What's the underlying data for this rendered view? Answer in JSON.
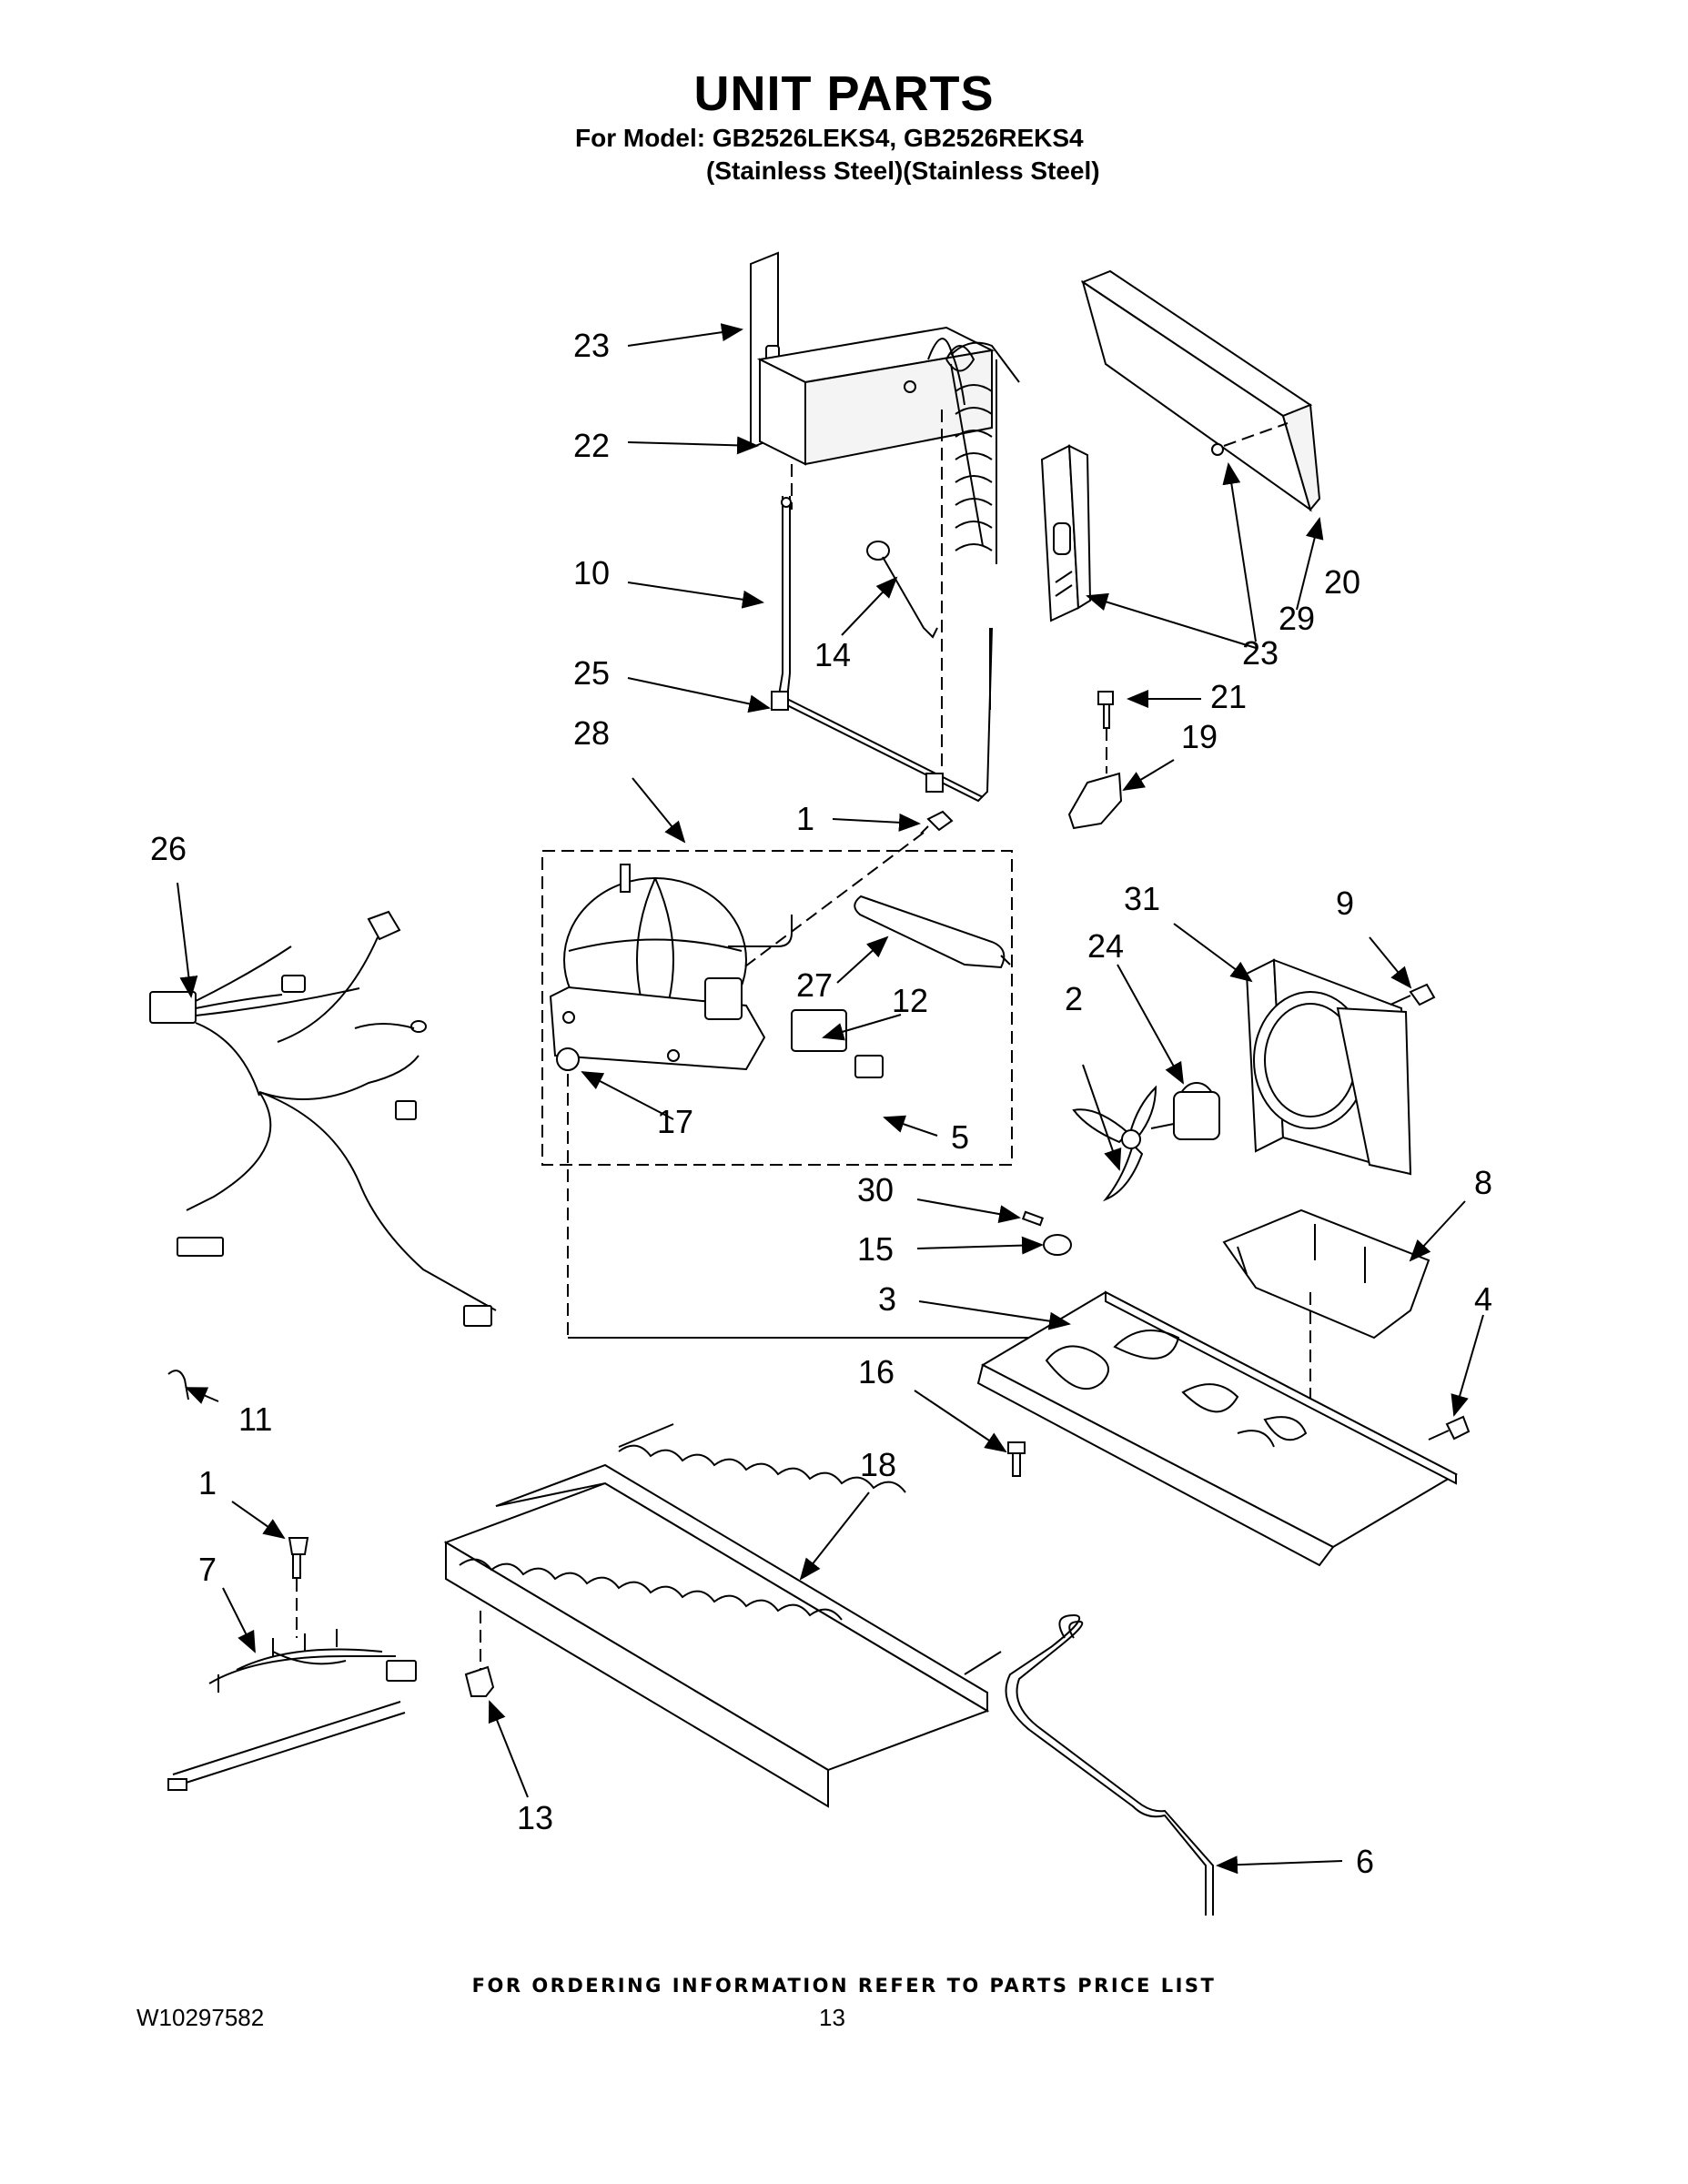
{
  "header": {
    "title": "UNIT PARTS",
    "model_line1": "For Model: GB2526LEKS4, GB2526REKS4",
    "model_line2": "(Stainless Steel)(Stainless Steel)"
  },
  "footer": {
    "ordering_note": "FOR ORDERING INFORMATION REFER TO PARTS PRICE LIST",
    "doc_id": "W10297582",
    "page_number": "13"
  },
  "callouts": [
    "1",
    "2",
    "3",
    "4",
    "5",
    "6",
    "7",
    "8",
    "9",
    "10",
    "11",
    "12",
    "13",
    "14",
    "15",
    "16",
    "17",
    "18",
    "19",
    "20",
    "21",
    "22",
    "23",
    "24",
    "25",
    "26",
    "27",
    "28",
    "29",
    "30",
    "31"
  ]
}
